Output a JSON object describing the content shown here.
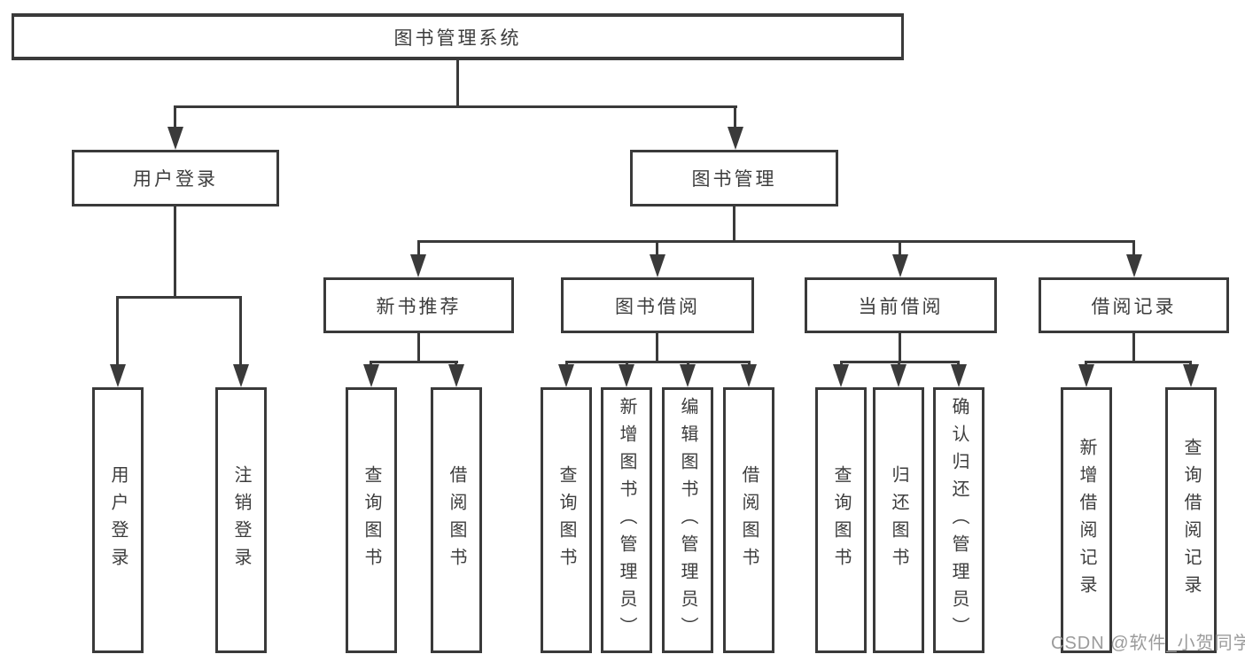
{
  "diagram": {
    "type": "hierarchy-tree",
    "colors": {
      "line": "#3a3a3a",
      "box_border": "#3a3a3a",
      "text": "#3d3d3d",
      "background": "#ffffff",
      "watermark": "#9b9b9b"
    },
    "tree": {
      "root": {
        "label": "图书管理系统"
      },
      "branches": [
        {
          "label": "用户登录",
          "children": [
            {
              "label": "用户登录"
            },
            {
              "label": "注销登录"
            }
          ]
        },
        {
          "label": "图书管理",
          "children": [
            {
              "label": "新书推荐",
              "children": [
                {
                  "label": "查询图书"
                },
                {
                  "label": "借阅图书"
                }
              ]
            },
            {
              "label": "图书借阅",
              "children": [
                {
                  "label": "查询图书"
                },
                {
                  "label": "新增图书（管理员）"
                },
                {
                  "label": "编辑图书（管理员）"
                },
                {
                  "label": "借阅图书"
                }
              ]
            },
            {
              "label": "当前借阅",
              "children": [
                {
                  "label": "查询图书"
                },
                {
                  "label": "归还图书"
                },
                {
                  "label": "确认归还（管理员）"
                }
              ]
            },
            {
              "label": "借阅记录",
              "children": [
                {
                  "label": "新增借阅记录"
                },
                {
                  "label": "查询借阅记录"
                }
              ]
            }
          ]
        }
      ]
    },
    "watermark": {
      "text": "CSDN @软件_小贺同学"
    }
  }
}
